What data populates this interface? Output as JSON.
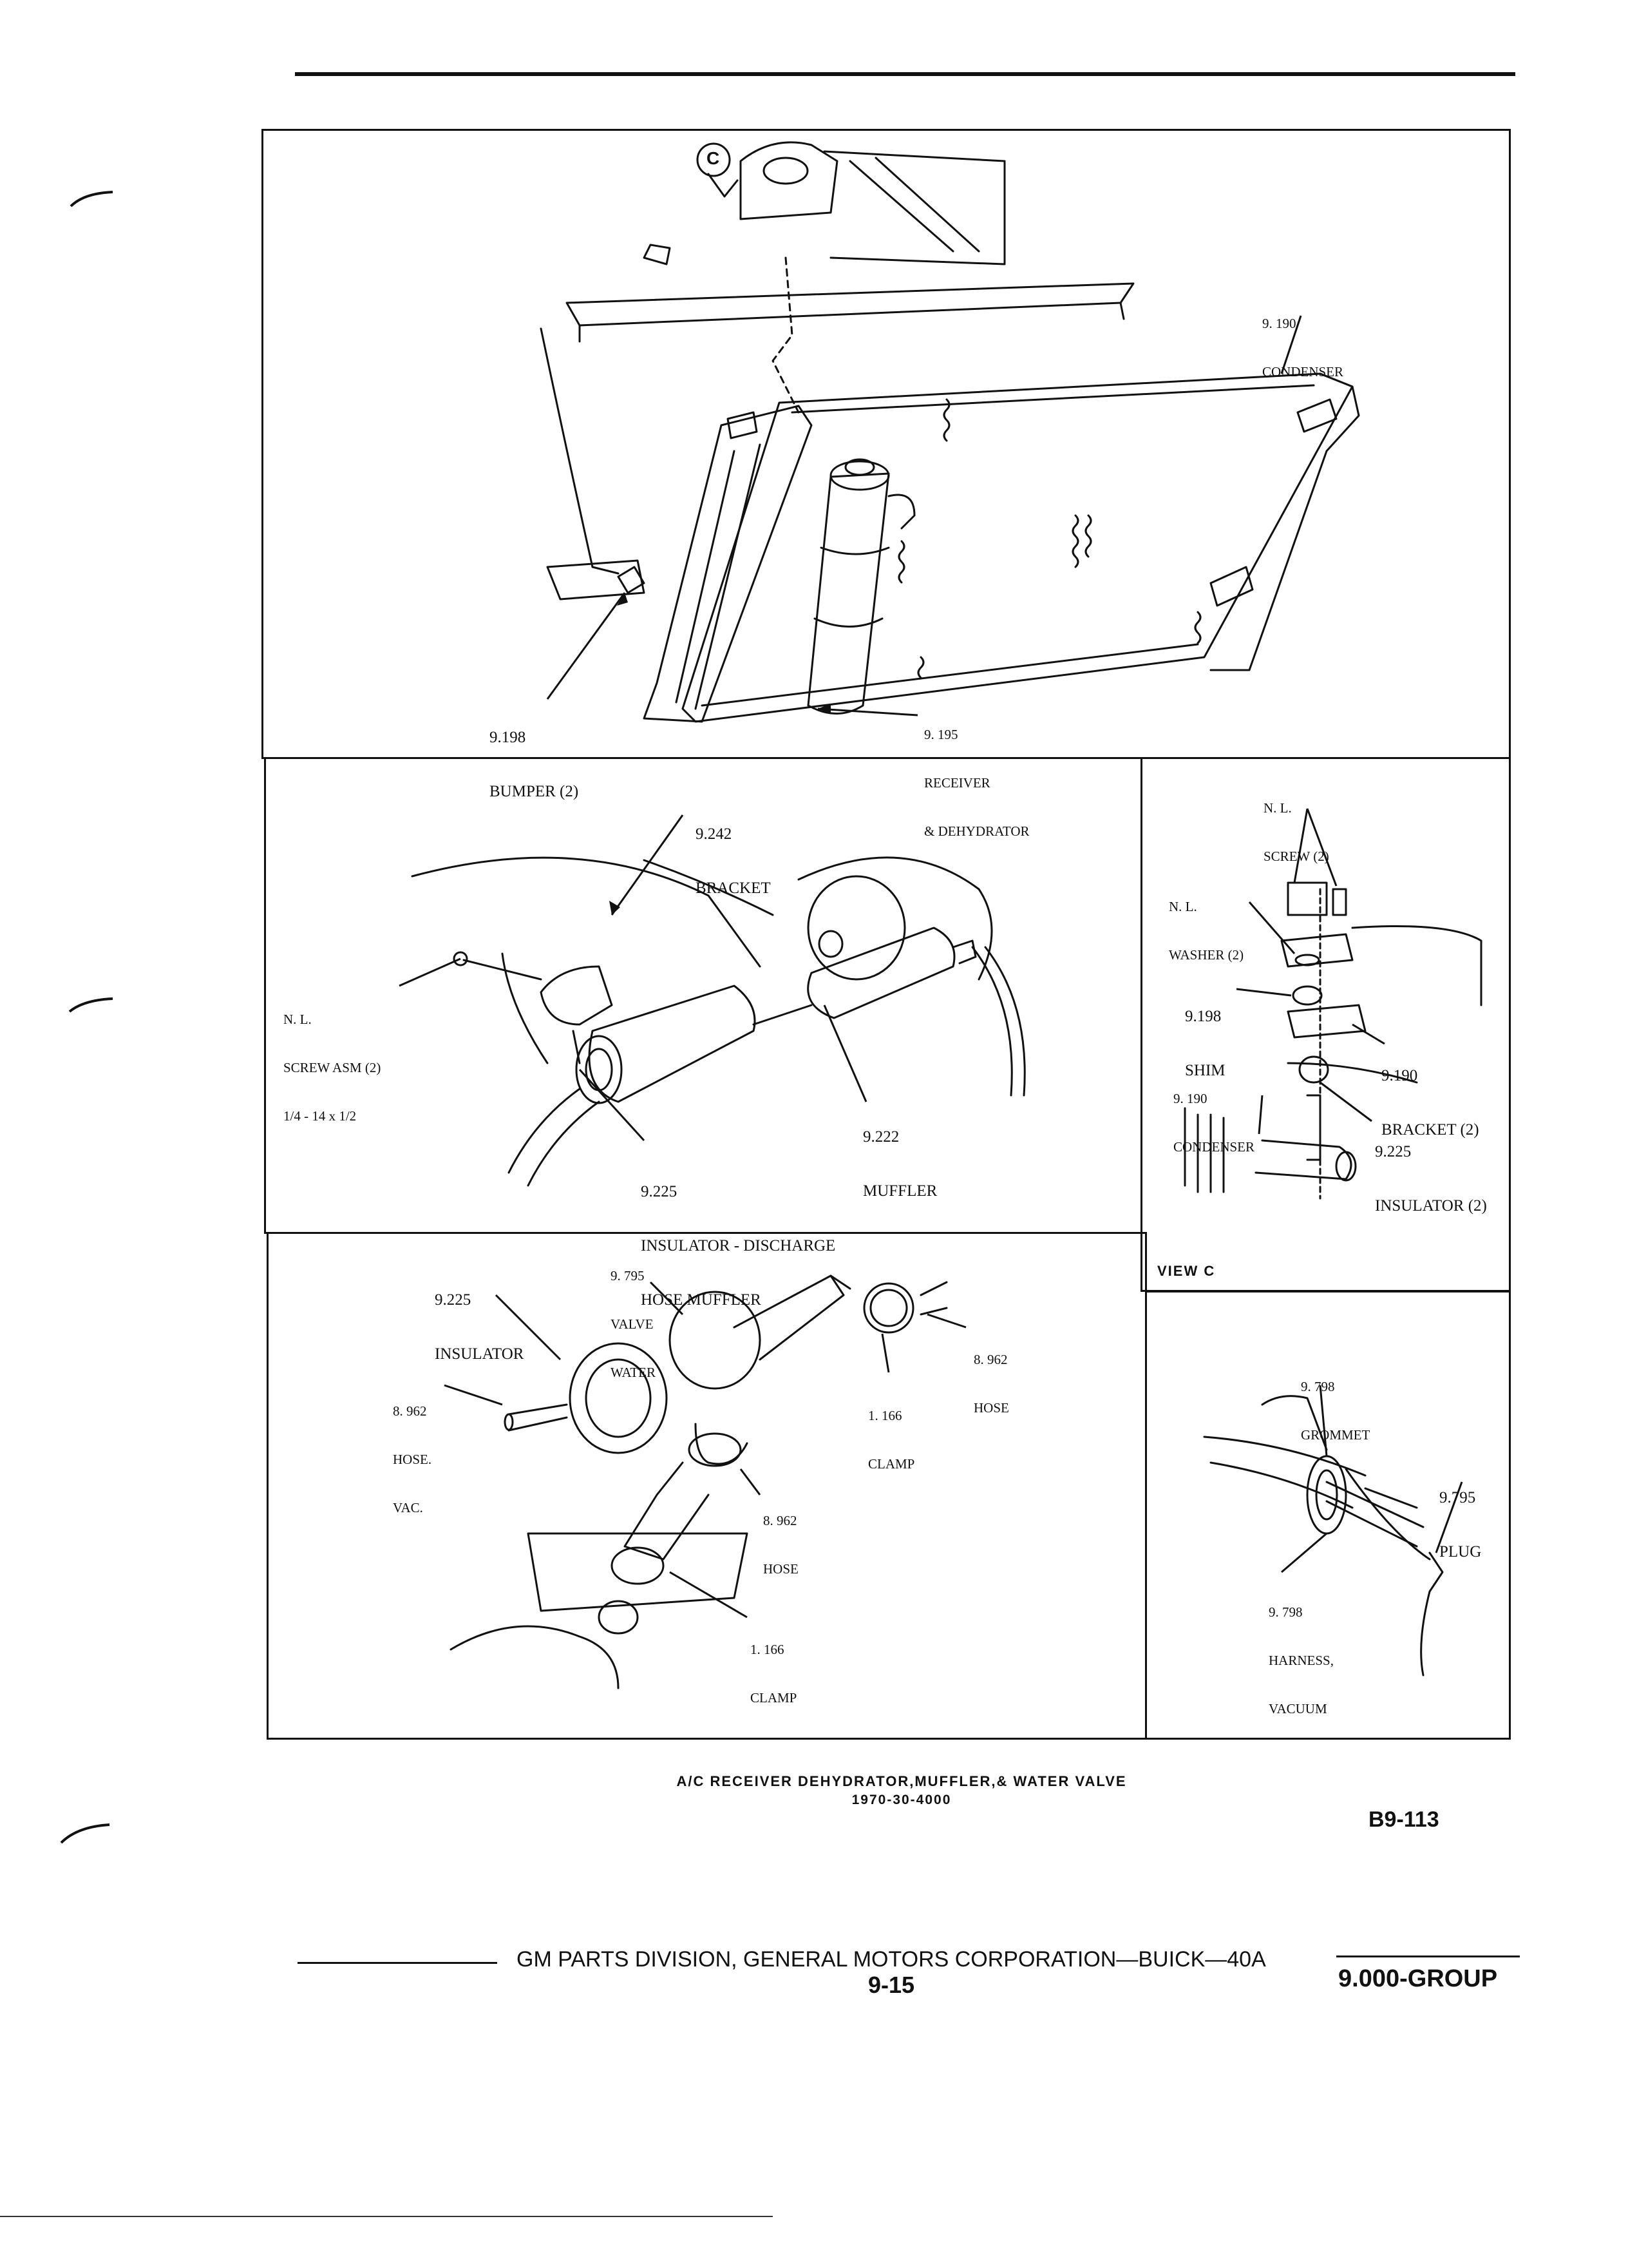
{
  "panels": {
    "top": {
      "labels": [
        {
          "id": "condenser",
          "lines": [
            "9. 190",
            "CONDENSER"
          ]
        },
        {
          "id": "bumper",
          "lines": [
            "9.198",
            "BUMPER (2)"
          ]
        },
        {
          "id": "receiver",
          "lines": [
            "9. 195",
            "RECEIVER",
            "& DEHYDRATOR"
          ]
        }
      ],
      "view_marker": "C"
    },
    "muffler": {
      "labels": [
        {
          "id": "bracket",
          "lines": [
            "9.242",
            "BRACKET"
          ]
        },
        {
          "id": "screw-asm",
          "lines": [
            "N. L.",
            "SCREW ASM (2)",
            "1/4 - 14 x 1/2"
          ]
        },
        {
          "id": "muffler",
          "lines": [
            "9.222",
            "MUFFLER"
          ]
        },
        {
          "id": "insulator-discharge",
          "lines": [
            "9.225",
            "INSULATOR - DISCHARGE",
            "HOSE MUFFLER"
          ]
        }
      ]
    },
    "view_c": {
      "title": "VIEW C",
      "labels": [
        {
          "id": "screw",
          "lines": [
            "N. L.",
            "SCREW (2)"
          ]
        },
        {
          "id": "washer",
          "lines": [
            "N. L.",
            "WASHER (2)"
          ]
        },
        {
          "id": "shim",
          "lines": [
            "9.198",
            "SHIM"
          ]
        },
        {
          "id": "bracket2",
          "lines": [
            "9.190",
            "BRACKET (2)"
          ]
        },
        {
          "id": "condenser2",
          "lines": [
            "9. 190",
            "CONDENSER"
          ]
        },
        {
          "id": "insulator2",
          "lines": [
            "9.225",
            "INSULATOR (2)"
          ]
        }
      ]
    },
    "valve": {
      "labels": [
        {
          "id": "insulator",
          "lines": [
            "9.225",
            "INSULATOR"
          ]
        },
        {
          "id": "valve-water",
          "lines": [
            "9. 795",
            "VALVE",
            "WATER"
          ]
        },
        {
          "id": "hose-right",
          "lines": [
            "8. 962",
            "HOSE"
          ]
        },
        {
          "id": "hose-vac",
          "lines": [
            "8. 962",
            "HOSE.",
            "VAC."
          ]
        },
        {
          "id": "clamp-top",
          "lines": [
            "1. 166",
            "CLAMP"
          ]
        },
        {
          "id": "hose-mid",
          "lines": [
            "8. 962",
            "HOSE"
          ]
        },
        {
          "id": "clamp-bottom",
          "lines": [
            "1. 166",
            "CLAMP"
          ]
        }
      ]
    },
    "grommet": {
      "labels": [
        {
          "id": "grommet",
          "lines": [
            "9. 798",
            "GROMMET"
          ]
        },
        {
          "id": "plug",
          "lines": [
            "9.795",
            "PLUG"
          ]
        },
        {
          "id": "harness",
          "lines": [
            "9. 798",
            "HARNESS,",
            "VACUUM"
          ]
        }
      ]
    }
  },
  "caption": {
    "title": "A/C RECEIVER DEHYDRATOR,MUFFLER,& WATER VALVE",
    "code": "1970-30-4000",
    "ref": "B9-113"
  },
  "footer": {
    "publisher": "GM PARTS DIVISION,  GENERAL MOTORS CORPORATION—BUICK—40A",
    "page": "9-15",
    "group": "9.000-GROUP"
  }
}
